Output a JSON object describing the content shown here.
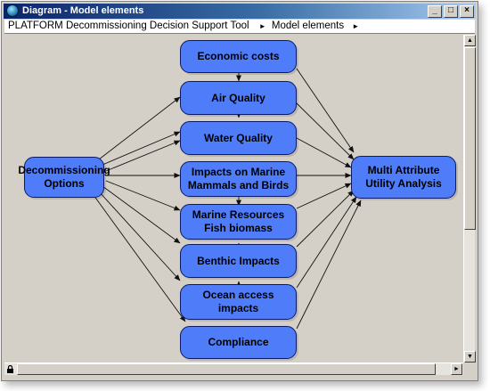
{
  "window": {
    "title": "Diagram - Model elements",
    "buttons": {
      "minimize": "_",
      "maximize": "□",
      "close": "×"
    }
  },
  "pathbar": {
    "segments": [
      "PLATFORM Decommissioning Decision Support Tool",
      "Model elements"
    ],
    "separator": "►"
  },
  "diagram": {
    "decision_node": {
      "label_line1": "Decommissioning",
      "label_line2": "Options"
    },
    "objective_node": {
      "label_line1": "Multi Attribute",
      "label_line2": "Utility Analysis"
    },
    "nodes": [
      {
        "label_line1": "Economic costs",
        "label_line2": ""
      },
      {
        "label_line1": "Air Quality",
        "label_line2": ""
      },
      {
        "label_line1": "Water Quality",
        "label_line2": ""
      },
      {
        "label_line1": "Impacts on Marine",
        "label_line2": "Mammals and Birds"
      },
      {
        "label_line1": "Marine Resources",
        "label_line2": "Fish biomass"
      },
      {
        "label_line1": "Benthic Impacts",
        "label_line2": ""
      },
      {
        "label_line1": "Ocean access",
        "label_line2": "impacts"
      },
      {
        "label_line1": "Compliance",
        "label_line2": ""
      }
    ],
    "colors": {
      "node_fill": "#4f7cf8",
      "node_border": "#0b1a66",
      "arrow": "#111111",
      "canvas": "#d4d0c8"
    }
  },
  "icons": {
    "app": "app-icon",
    "lock": "lock-icon",
    "scroll_up": "▲",
    "scroll_down": "▼",
    "scroll_left": "◄",
    "scroll_right": "►"
  }
}
